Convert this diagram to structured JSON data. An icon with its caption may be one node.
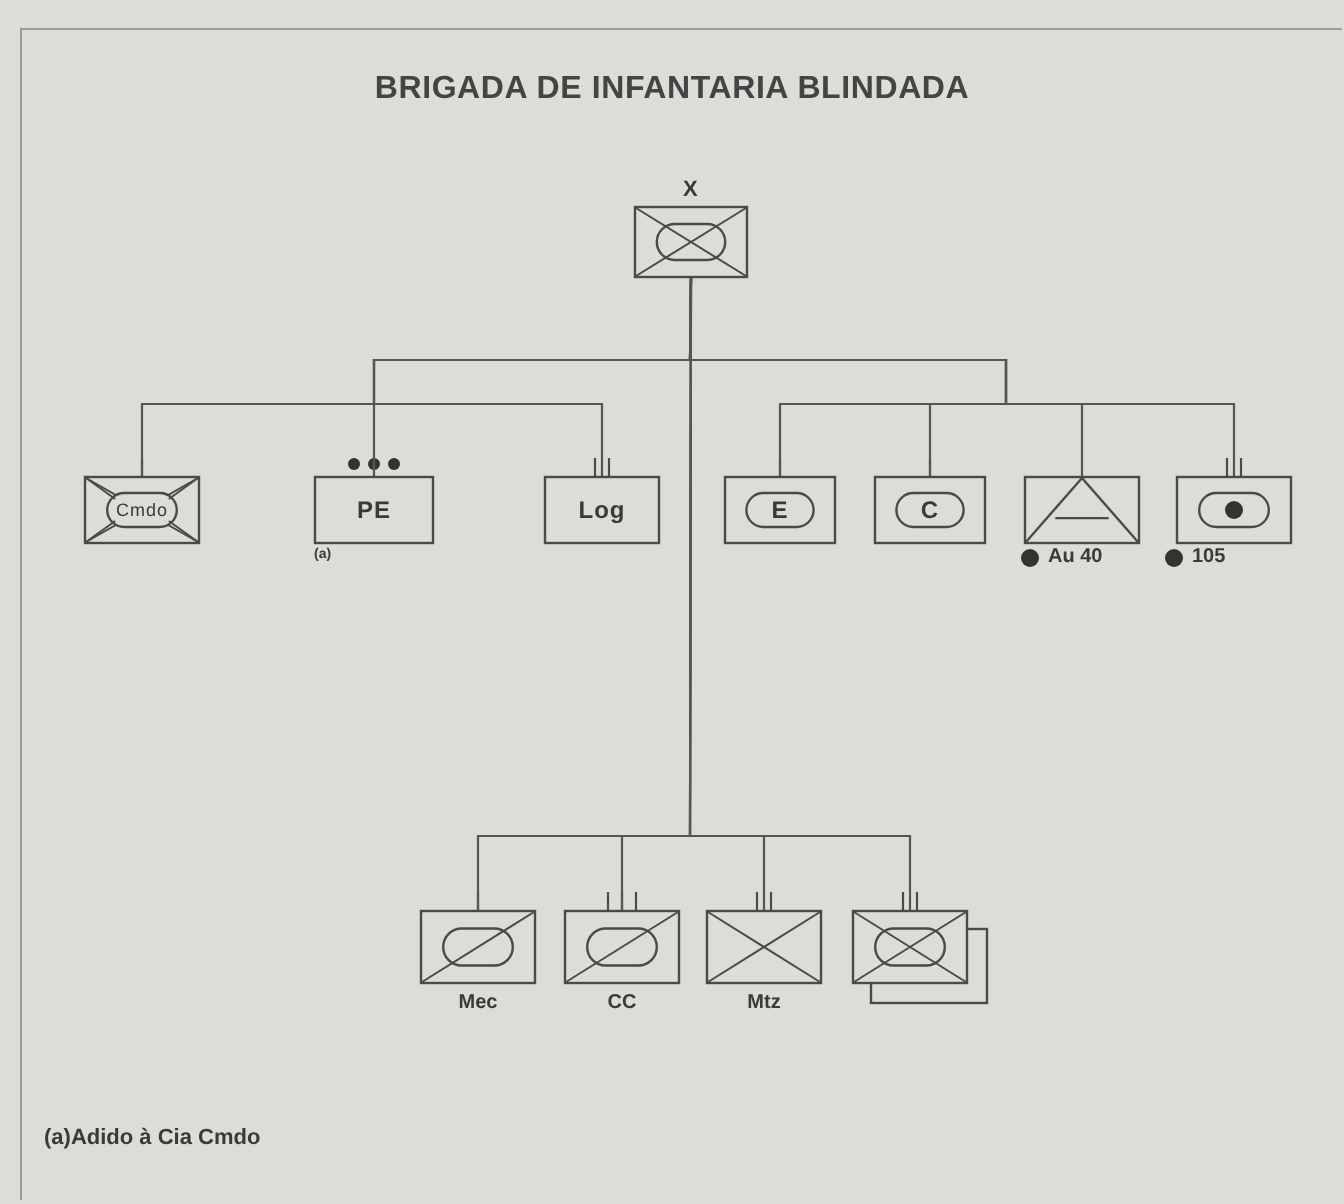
{
  "diagram": {
    "title": "BRIGADA DE INFANTARIA BLINDADA",
    "nodes": [
      {
        "text": [],
        "shape": "box",
        "beside": [
          "X"
        ]
      },
      {
        "text": [
          "Cmdo"
        ]
      },
      {
        "text": [
          "PE"
        ],
        "beside": [
          "(a)"
        ]
      },
      {
        "text": [
          "Log"
        ]
      },
      {
        "text": [
          "E"
        ]
      },
      {
        "text": [
          "C"
        ]
      },
      {
        "text": [],
        "shape": "box",
        "beside": [
          "Au 40"
        ]
      },
      {
        "text": [],
        "shape": "box",
        "beside": [
          "105"
        ]
      },
      {
        "text": [],
        "shape": "box",
        "beside": [
          "Mec"
        ]
      },
      {
        "text": [],
        "shape": "box",
        "beside": [
          "CC"
        ]
      },
      {
        "text": [],
        "shape": "box",
        "beside": [
          "Mtz"
        ]
      },
      {
        "text": [],
        "shape": "box"
      }
    ],
    "edges": [
      {
        "from": 0,
        "to": 1,
        "arrow": "none"
      },
      {
        "from": 0,
        "to": 2,
        "arrow": "none"
      },
      {
        "from": 0,
        "to": 3,
        "arrow": "none"
      },
      {
        "from": 0,
        "to": 4,
        "arrow": "none"
      },
      {
        "from": 0,
        "to": 5,
        "arrow": "none"
      },
      {
        "from": 0,
        "to": 6,
        "arrow": "none"
      },
      {
        "from": 0,
        "to": 7,
        "arrow": "none"
      },
      {
        "from": 0,
        "to": 8,
        "arrow": "none"
      },
      {
        "from": 0,
        "to": 9,
        "arrow": "none"
      },
      {
        "from": 0,
        "to": 10,
        "arrow": "none"
      },
      {
        "from": 0,
        "to": 11,
        "arrow": "none"
      }
    ],
    "labels": [
      "(a)Adido à Cia Cmdo"
    ]
  }
}
